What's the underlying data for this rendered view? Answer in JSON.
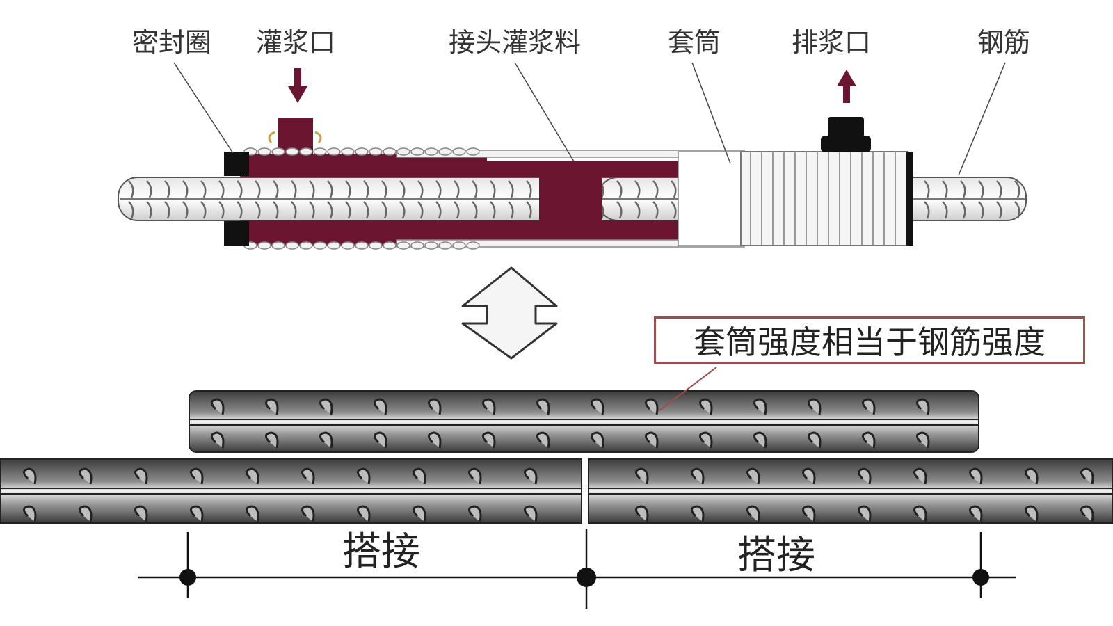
{
  "labels": {
    "seal_ring": "密封圈",
    "grout_inlet": "灌浆口",
    "joint_grout": "接头灌浆料",
    "sleeve": "套筒",
    "grout_outlet": "排浆口",
    "rebar": "钢筋"
  },
  "callout": "套筒强度相当于钢筋强度",
  "lap_left": "搭接",
  "lap_right": "搭接",
  "colors": {
    "grout": "#6b1530",
    "rebar_dark": "#5a5a5a",
    "rebar_light": "#d8d8d8",
    "callout_border": "#a34a4a",
    "arrow": "#6b1530"
  },
  "icons": [
    "down-arrow-icon",
    "up-arrow-icon",
    "double-arrow-icon"
  ]
}
